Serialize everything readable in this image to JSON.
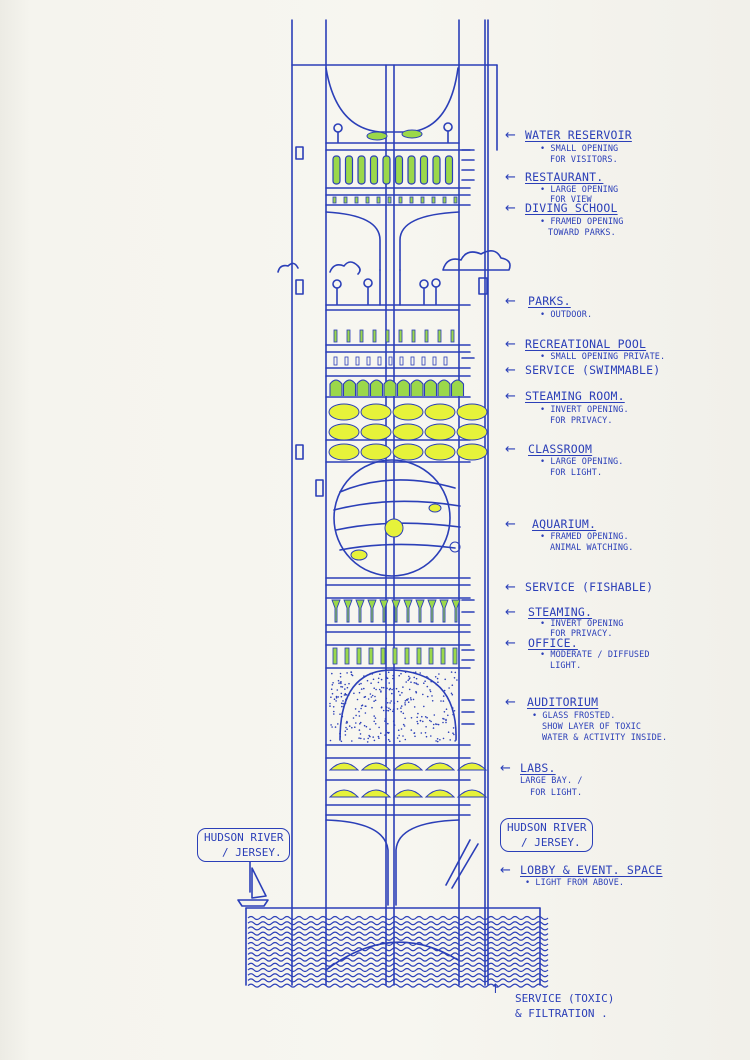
{
  "labels": {
    "water_reservoir": {
      "title": "Water Reservoir",
      "notes": [
        "• Small opening",
        "for visitors."
      ]
    },
    "restaurant": {
      "title": "Restaurant.",
      "notes": [
        "• Large opening",
        "for view"
      ]
    },
    "diving_school": {
      "title": "Diving School",
      "notes": [
        "• Framed opening",
        "toward parks."
      ]
    },
    "parks": {
      "title": "Parks.",
      "notes": [
        "• Outdoor."
      ]
    },
    "recreational_pool": {
      "title": "Recreational Pool",
      "notes": [
        "• Small opening private."
      ]
    },
    "service_swimmable": {
      "title": "Service (swimmable)",
      "notes": []
    },
    "steaming_room": {
      "title": "Steaming Room.",
      "notes": [
        "• Invert opening.",
        "for privacy."
      ]
    },
    "classroom": {
      "title": "Classroom",
      "notes": [
        "• Large opening.",
        "for light."
      ]
    },
    "aquarium": {
      "title": "Aquarium.",
      "notes": [
        "• Framed opening.",
        "Animal watching."
      ]
    },
    "service_fishable": {
      "title": "Service (fishable)",
      "notes": []
    },
    "steaming": {
      "title": "Steaming.",
      "notes": [
        "• Invert opening",
        "for privacy."
      ]
    },
    "office": {
      "title": "Office.",
      "notes": [
        "• Moderate / diffused",
        "light."
      ]
    },
    "auditorium": {
      "title": "Auditorium",
      "notes": [
        "• Glass frosted.",
        "Show layer of toxic",
        "water & activity inside."
      ]
    },
    "labs": {
      "title": "Labs.",
      "notes": [
        "Large bay. /",
        "for light."
      ]
    },
    "hudson_river_right": {
      "lines": [
        "Hudson River",
        "/ Jersey."
      ]
    },
    "lobby": {
      "title": "Lobby & Event. Space",
      "notes": [
        "• Light from above."
      ]
    },
    "service_toxic": {
      "lines": [
        "Service (toxic)",
        "& Filtration ."
      ]
    }
  },
  "hudson_river_left": {
    "lines": [
      "Hudson River",
      "/ Jersey."
    ]
  },
  "colors": {
    "ink": "#2b3fb8",
    "highlight": "#e6f23a",
    "highlight_green": "#9bd84a",
    "paper": "#f5f4ee"
  }
}
